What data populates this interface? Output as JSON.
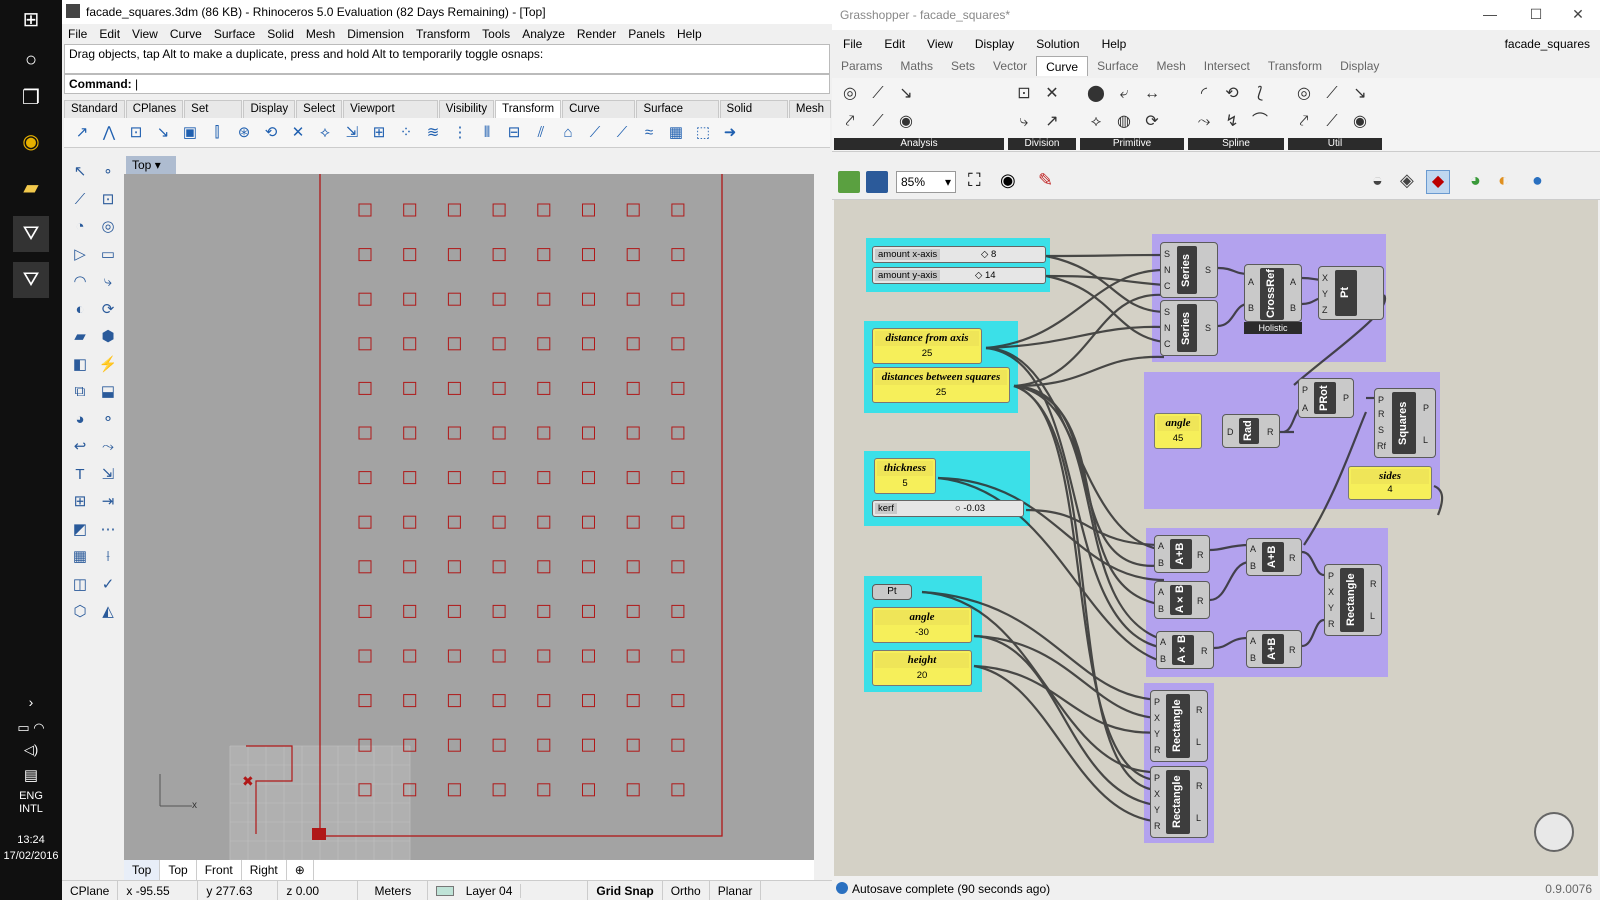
{
  "taskbar": {
    "lang1": "ENG",
    "lang2": "INTL",
    "time": "13:24",
    "date": "17/02/2016"
  },
  "rhino": {
    "title": "facade_squares.3dm (86 KB) - Rhinoceros 5.0 Evaluation (82 Days Remaining) - [Top]",
    "menu": [
      "File",
      "Edit",
      "View",
      "Curve",
      "Surface",
      "Solid",
      "Mesh",
      "Dimension",
      "Transform",
      "Tools",
      "Analyze",
      "Render",
      "Panels",
      "Help"
    ],
    "history": "Drag objects, tap Alt to make a duplicate, press and hold Alt to temporarily toggle osnaps:",
    "command_label": "Command:",
    "toolbar_tabs": [
      "Standard",
      "CPlanes",
      "Set View",
      "Display",
      "Select",
      "Viewport Layout",
      "Visibility",
      "Transform",
      "Curve Tools",
      "Surface Tools",
      "Solid Tools",
      "Mesh"
    ],
    "active_tab": "Transform",
    "viewport_title": "Top",
    "viewport_tabs": [
      "Top",
      "Top",
      "Front",
      "Right"
    ],
    "status": {
      "cplane": "CPlane",
      "x": "x -95.55",
      "y": "y 277.63",
      "z": "z 0.00",
      "units": "Meters",
      "layer": "Layer 04",
      "grid_snap": "Grid Snap",
      "ortho": "Ortho",
      "planar": "Planar"
    },
    "grid": {
      "cols": 8,
      "rows": 14
    }
  },
  "gh": {
    "title": "Grasshopper - facade_squares*",
    "menu": [
      "File",
      "Edit",
      "View",
      "Display",
      "Solution",
      "Help"
    ],
    "doc_name": "facade_squares",
    "tabs": [
      "Params",
      "Maths",
      "Sets",
      "Vector",
      "Curve",
      "Surface",
      "Mesh",
      "Intersect",
      "Transform",
      "Display"
    ],
    "active_tab": "Curve",
    "groups": [
      "Analysis",
      "Division",
      "Primitive",
      "Spline",
      "Util"
    ],
    "zoom": "85%",
    "status": "Autosave complete (90 seconds ago)",
    "version": "0.9.0076",
    "sliders": {
      "ax_label": "amount x-axis",
      "ax_val": "8",
      "ay_label": "amount y-axis",
      "ay_val": "14",
      "kerf_label": "kerf",
      "kerf_val": "-0.03"
    },
    "panels": {
      "dist_axis": {
        "h": "distance from axis",
        "v": "25"
      },
      "dist_sq": {
        "h": "distances between squares",
        "v": "25"
      },
      "angle1": {
        "h": "angle",
        "v": "45"
      },
      "sides": {
        "h": "sides",
        "v": "4"
      },
      "thickness": {
        "h": "thickness",
        "v": "5"
      },
      "angle2": {
        "h": "angle",
        "v": "-30"
      },
      "height": {
        "h": "height",
        "v": "20"
      }
    },
    "pt_label": "Pt",
    "components": {
      "series": "Series",
      "crossref": "CrossRef",
      "holistic": "Holistic",
      "pt": "Pt",
      "rad": "Rad",
      "prot": "PRot",
      "squares": "Squares",
      "add": "A+B",
      "mul": "A×B",
      "rect": "Rectangle"
    },
    "pins": {
      "a": "A",
      "b": "B",
      "r": "R",
      "s": "S",
      "n": "N",
      "c": "C",
      "x": "X",
      "y": "Y",
      "z": "Z",
      "p": "P",
      "l": "L",
      "d": "D",
      "rf": "Rf"
    }
  }
}
